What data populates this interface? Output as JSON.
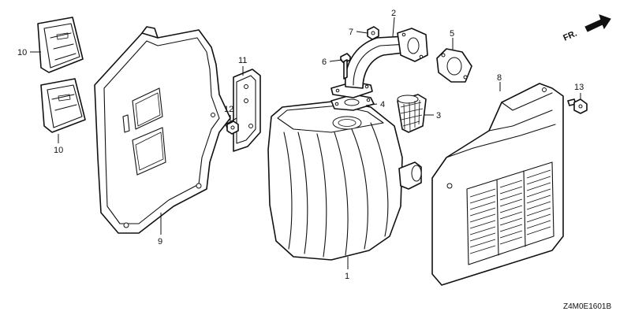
{
  "diagram": {
    "direction_label": "FR.",
    "drawing_code": "Z4M0E1601B",
    "callouts": {
      "c1": "1",
      "c2": "2",
      "c3": "3",
      "c4": "4",
      "c5": "5",
      "c6": "6",
      "c7": "7",
      "c8": "8",
      "c9": "9",
      "c10a": "10",
      "c10b": "10",
      "c11": "11",
      "c12": "12",
      "c13": "13"
    },
    "icons": [
      "direction-arrow-icon"
    ],
    "colors": {
      "line": "#111111",
      "background": "#ffffff"
    }
  }
}
